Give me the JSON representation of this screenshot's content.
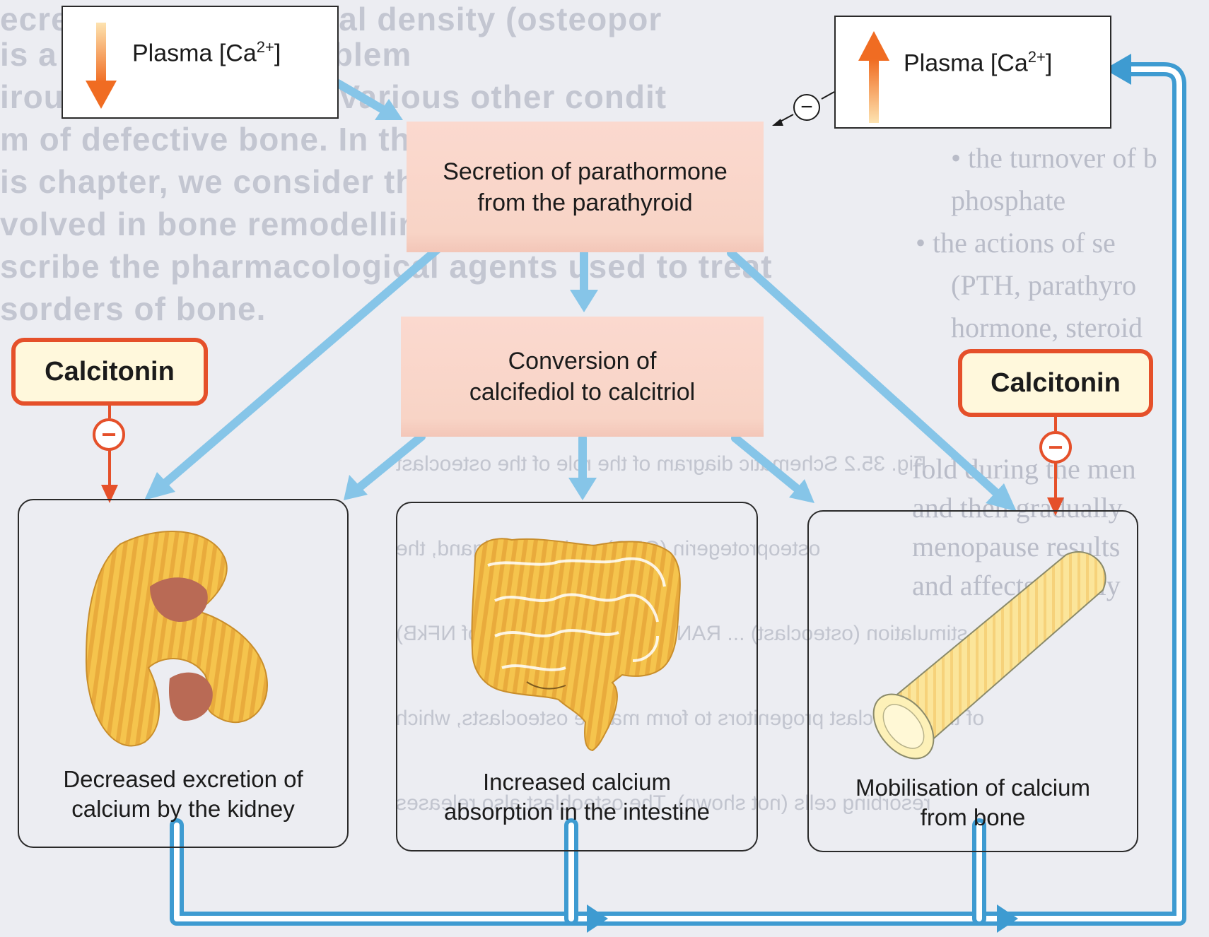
{
  "plasma_left": {
    "label": "Plasma [Ca",
    "superscript": "2+",
    "close": "]",
    "direction": "decrease"
  },
  "plasma_right": {
    "label": "Plasma [Ca",
    "superscript": "2+",
    "close": "]",
    "direction": "increase"
  },
  "inhibit_symbol": "−",
  "parathormone": {
    "line1": "Secretion of parathormone",
    "line2": "from the parathyroid"
  },
  "conversion": {
    "line1": "Conversion of",
    "line2": "calcifediol to calcitriol"
  },
  "calcitonin_left": "Calcitonin",
  "calcitonin_right": "Calcitonin",
  "outcomes": {
    "kidney": {
      "line1": "Decreased excretion of",
      "line2": "calcium by the kidney"
    },
    "intestine": {
      "line1": "Increased calcium",
      "line2": "absorption in the intestine"
    },
    "bone": {
      "line1": "Mobilisation of calcium",
      "line2": "from bone"
    }
  },
  "colors": {
    "arrow_blue": "#86c5e8",
    "arrow_dark_blue": "#3e9bd1",
    "calcitonin_border": "#e5502a",
    "inhibit_red": "#e5502a",
    "organ_fill": "#f3c04f",
    "organ_stripe": "#e6a93a",
    "organ_dark": "#b96a55"
  }
}
